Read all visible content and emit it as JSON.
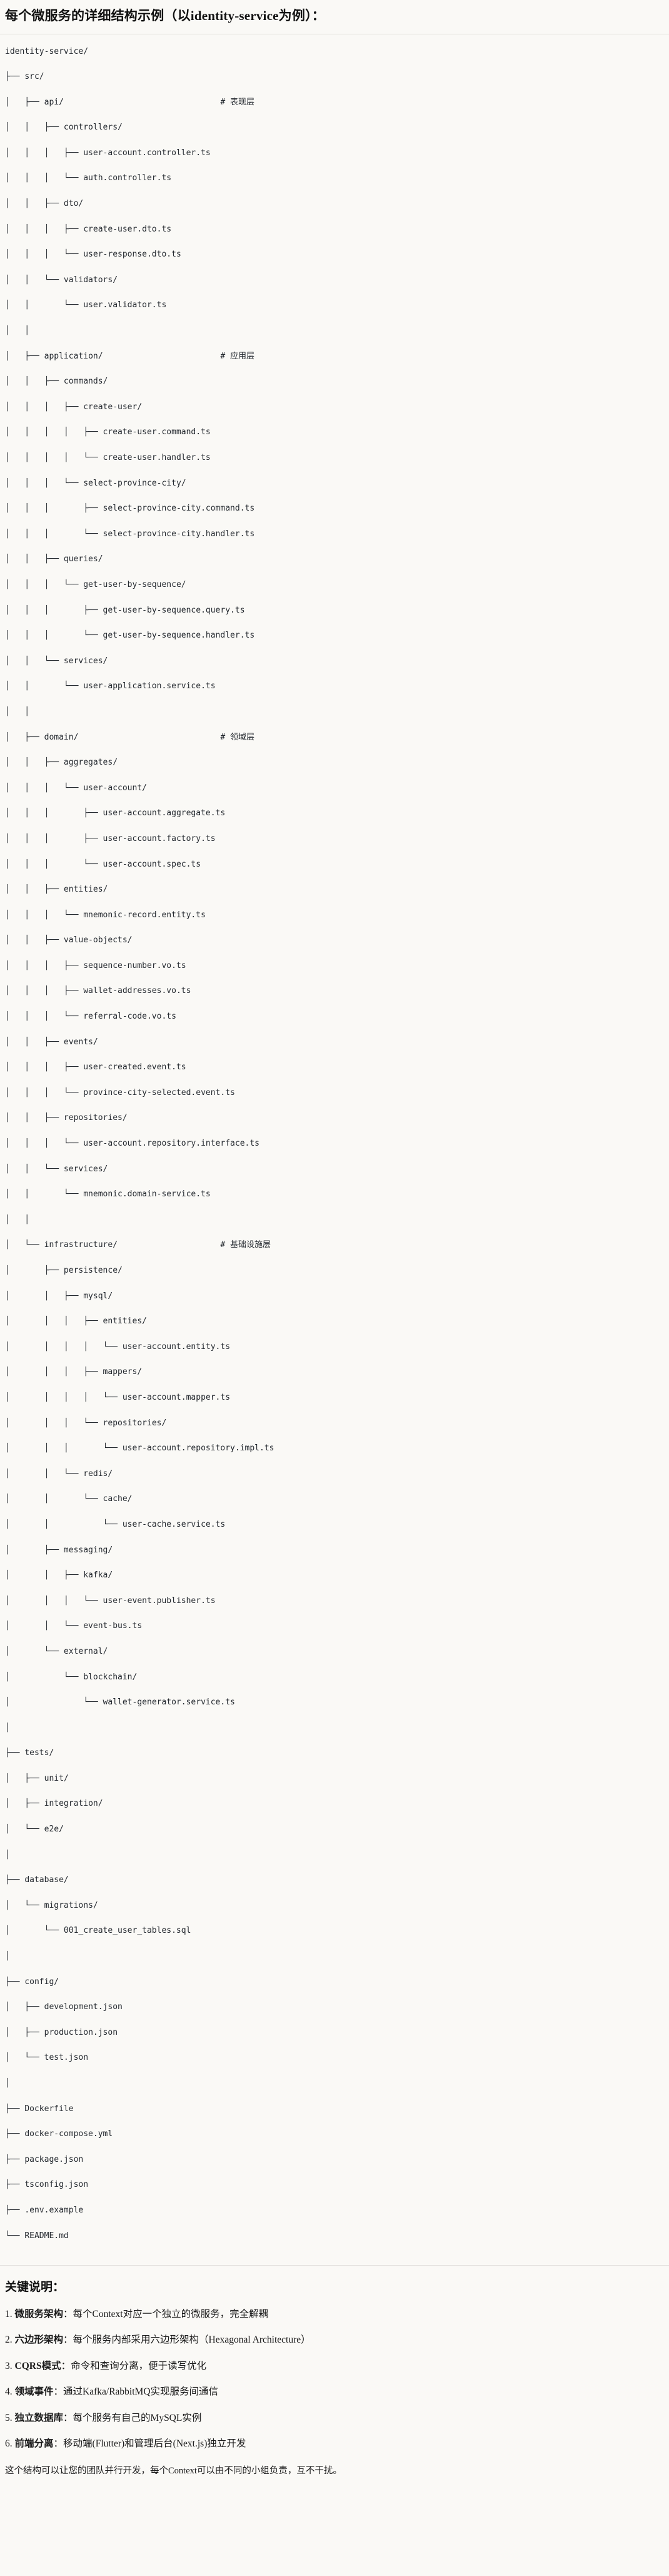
{
  "document": {
    "title": "每个微服务的详细结构示例（以identity-service为例）：",
    "tree_root": "identity-service/"
  },
  "tree": {
    "lines": [
      {
        "prefix": "",
        "name": "identity-service/",
        "comment": ""
      },
      {
        "prefix": "├── ",
        "name": "src/",
        "comment": ""
      },
      {
        "prefix": "│   ├── ",
        "name": "api/",
        "comment": "# 表现层"
      },
      {
        "prefix": "│   │   ├── ",
        "name": "controllers/",
        "comment": ""
      },
      {
        "prefix": "│   │   │   ├── ",
        "name": "user-account.controller.ts",
        "comment": ""
      },
      {
        "prefix": "│   │   │   └── ",
        "name": "auth.controller.ts",
        "comment": ""
      },
      {
        "prefix": "│   │   ├── ",
        "name": "dto/",
        "comment": ""
      },
      {
        "prefix": "│   │   │   ├── ",
        "name": "create-user.dto.ts",
        "comment": ""
      },
      {
        "prefix": "│   │   │   └── ",
        "name": "user-response.dto.ts",
        "comment": ""
      },
      {
        "prefix": "│   │   └── ",
        "name": "validators/",
        "comment": ""
      },
      {
        "prefix": "│   │       └── ",
        "name": "user.validator.ts",
        "comment": ""
      },
      {
        "prefix": "│   │",
        "name": "",
        "comment": ""
      },
      {
        "prefix": "│   ├── ",
        "name": "application/",
        "comment": "# 应用层"
      },
      {
        "prefix": "│   │   ├── ",
        "name": "commands/",
        "comment": ""
      },
      {
        "prefix": "│   │   │   ├── ",
        "name": "create-user/",
        "comment": ""
      },
      {
        "prefix": "│   │   │   │   ├── ",
        "name": "create-user.command.ts",
        "comment": ""
      },
      {
        "prefix": "│   │   │   │   └── ",
        "name": "create-user.handler.ts",
        "comment": ""
      },
      {
        "prefix": "│   │   │   └── ",
        "name": "select-province-city/",
        "comment": ""
      },
      {
        "prefix": "│   │   │       ├── ",
        "name": "select-province-city.command.ts",
        "comment": ""
      },
      {
        "prefix": "│   │   │       └── ",
        "name": "select-province-city.handler.ts",
        "comment": ""
      },
      {
        "prefix": "│   │   ├── ",
        "name": "queries/",
        "comment": ""
      },
      {
        "prefix": "│   │   │   └── ",
        "name": "get-user-by-sequence/",
        "comment": ""
      },
      {
        "prefix": "│   │   │       ├── ",
        "name": "get-user-by-sequence.query.ts",
        "comment": ""
      },
      {
        "prefix": "│   │   │       └── ",
        "name": "get-user-by-sequence.handler.ts",
        "comment": ""
      },
      {
        "prefix": "│   │   └── ",
        "name": "services/",
        "comment": ""
      },
      {
        "prefix": "│   │       └── ",
        "name": "user-application.service.ts",
        "comment": ""
      },
      {
        "prefix": "│   │",
        "name": "",
        "comment": ""
      },
      {
        "prefix": "│   ├── ",
        "name": "domain/",
        "comment": "# 领域层"
      },
      {
        "prefix": "│   │   ├── ",
        "name": "aggregates/",
        "comment": ""
      },
      {
        "prefix": "│   │   │   └── ",
        "name": "user-account/",
        "comment": ""
      },
      {
        "prefix": "│   │   │       ├── ",
        "name": "user-account.aggregate.ts",
        "comment": ""
      },
      {
        "prefix": "│   │   │       ├── ",
        "name": "user-account.factory.ts",
        "comment": ""
      },
      {
        "prefix": "│   │   │       └── ",
        "name": "user-account.spec.ts",
        "comment": ""
      },
      {
        "prefix": "│   │   ├── ",
        "name": "entities/",
        "comment": ""
      },
      {
        "prefix": "│   │   │   └── ",
        "name": "mnemonic-record.entity.ts",
        "comment": ""
      },
      {
        "prefix": "│   │   ├── ",
        "name": "value-objects/",
        "comment": ""
      },
      {
        "prefix": "│   │   │   ├── ",
        "name": "sequence-number.vo.ts",
        "comment": ""
      },
      {
        "prefix": "│   │   │   ├── ",
        "name": "wallet-addresses.vo.ts",
        "comment": ""
      },
      {
        "prefix": "│   │   │   └── ",
        "name": "referral-code.vo.ts",
        "comment": ""
      },
      {
        "prefix": "│   │   ├── ",
        "name": "events/",
        "comment": ""
      },
      {
        "prefix": "│   │   │   ├── ",
        "name": "user-created.event.ts",
        "comment": ""
      },
      {
        "prefix": "│   │   │   └── ",
        "name": "province-city-selected.event.ts",
        "comment": ""
      },
      {
        "prefix": "│   │   ├── ",
        "name": "repositories/",
        "comment": ""
      },
      {
        "prefix": "│   │   │   └── ",
        "name": "user-account.repository.interface.ts",
        "comment": ""
      },
      {
        "prefix": "│   │   └── ",
        "name": "services/",
        "comment": ""
      },
      {
        "prefix": "│   │       └── ",
        "name": "mnemonic.domain-service.ts",
        "comment": ""
      },
      {
        "prefix": "│   │",
        "name": "",
        "comment": ""
      },
      {
        "prefix": "│   └── ",
        "name": "infrastructure/",
        "comment": "# 基础设施层"
      },
      {
        "prefix": "│       ├── ",
        "name": "persistence/",
        "comment": ""
      },
      {
        "prefix": "│       │   ├── ",
        "name": "mysql/",
        "comment": ""
      },
      {
        "prefix": "│       │   │   ├── ",
        "name": "entities/",
        "comment": ""
      },
      {
        "prefix": "│       │   │   │   └── ",
        "name": "user-account.entity.ts",
        "comment": ""
      },
      {
        "prefix": "│       │   │   ├── ",
        "name": "mappers/",
        "comment": ""
      },
      {
        "prefix": "│       │   │   │   └── ",
        "name": "user-account.mapper.ts",
        "comment": ""
      },
      {
        "prefix": "│       │   │   └── ",
        "name": "repositories/",
        "comment": ""
      },
      {
        "prefix": "│       │   │       └── ",
        "name": "user-account.repository.impl.ts",
        "comment": ""
      },
      {
        "prefix": "│       │   └── ",
        "name": "redis/",
        "comment": ""
      },
      {
        "prefix": "│       │       └── ",
        "name": "cache/",
        "comment": ""
      },
      {
        "prefix": "│       │           └── ",
        "name": "user-cache.service.ts",
        "comment": ""
      },
      {
        "prefix": "│       ├── ",
        "name": "messaging/",
        "comment": ""
      },
      {
        "prefix": "│       │   ├── ",
        "name": "kafka/",
        "comment": ""
      },
      {
        "prefix": "│       │   │   └── ",
        "name": "user-event.publisher.ts",
        "comment": ""
      },
      {
        "prefix": "│       │   └── ",
        "name": "event-bus.ts",
        "comment": ""
      },
      {
        "prefix": "│       └── ",
        "name": "external/",
        "comment": ""
      },
      {
        "prefix": "│           └── ",
        "name": "blockchain/",
        "comment": ""
      },
      {
        "prefix": "│               └── ",
        "name": "wallet-generator.service.ts",
        "comment": ""
      },
      {
        "prefix": "│",
        "name": "",
        "comment": ""
      },
      {
        "prefix": "├── ",
        "name": "tests/",
        "comment": ""
      },
      {
        "prefix": "│   ├── ",
        "name": "unit/",
        "comment": ""
      },
      {
        "prefix": "│   ├── ",
        "name": "integration/",
        "comment": ""
      },
      {
        "prefix": "│   └── ",
        "name": "e2e/",
        "comment": ""
      },
      {
        "prefix": "│",
        "name": "",
        "comment": ""
      },
      {
        "prefix": "├── ",
        "name": "database/",
        "comment": ""
      },
      {
        "prefix": "│   └── ",
        "name": "migrations/",
        "comment": ""
      },
      {
        "prefix": "│       └── ",
        "name": "001_create_user_tables.sql",
        "comment": ""
      },
      {
        "prefix": "│",
        "name": "",
        "comment": ""
      },
      {
        "prefix": "├── ",
        "name": "config/",
        "comment": ""
      },
      {
        "prefix": "│   ├── ",
        "name": "development.json",
        "comment": ""
      },
      {
        "prefix": "│   ├── ",
        "name": "production.json",
        "comment": ""
      },
      {
        "prefix": "│   └── ",
        "name": "test.json",
        "comment": ""
      },
      {
        "prefix": "│",
        "name": "",
        "comment": ""
      },
      {
        "prefix": "├── ",
        "name": "Dockerfile",
        "comment": ""
      },
      {
        "prefix": "├── ",
        "name": "docker-compose.yml",
        "comment": ""
      },
      {
        "prefix": "├── ",
        "name": "package.json",
        "comment": ""
      },
      {
        "prefix": "├── ",
        "name": "tsconfig.json",
        "comment": ""
      },
      {
        "prefix": "├── ",
        "name": ".env.example",
        "comment": ""
      },
      {
        "prefix": "└── ",
        "name": "README.md",
        "comment": ""
      }
    ]
  },
  "notes": {
    "heading": "关键说明：",
    "items": [
      {
        "num": "1.",
        "lead": "微服务架构",
        "sep": "：",
        "body": "每个Context对应一个独立的微服务，完全解耦"
      },
      {
        "num": "2.",
        "lead": "六边形架构",
        "sep": "：",
        "body": "每个服务内部采用六边形架构（Hexagonal Architecture）"
      },
      {
        "num": "3.",
        "lead": "CQRS模式",
        "sep": "：",
        "body": "命令和查询分离，便于读写优化"
      },
      {
        "num": "4.",
        "lead": "领域事件",
        "sep": "：",
        "body": "通过Kafka/RabbitMQ实现服务间通信"
      },
      {
        "num": "5.",
        "lead": "独立数据库",
        "sep": "：",
        "body": "每个服务有自己的MySQL实例"
      },
      {
        "num": "6.",
        "lead": "前端分离",
        "sep": "：",
        "body": "移动端(Flutter)和管理后台(Next.js)独立开发"
      }
    ],
    "closing": "这个结构可以让您的团队并行开发，每个Context可以由不同的小组负责，互不干扰。"
  },
  "colors": {
    "background": "#faf9f6",
    "text": "#1a1a1a",
    "code_text": "#24292f",
    "rule": "#e2e0dc"
  }
}
